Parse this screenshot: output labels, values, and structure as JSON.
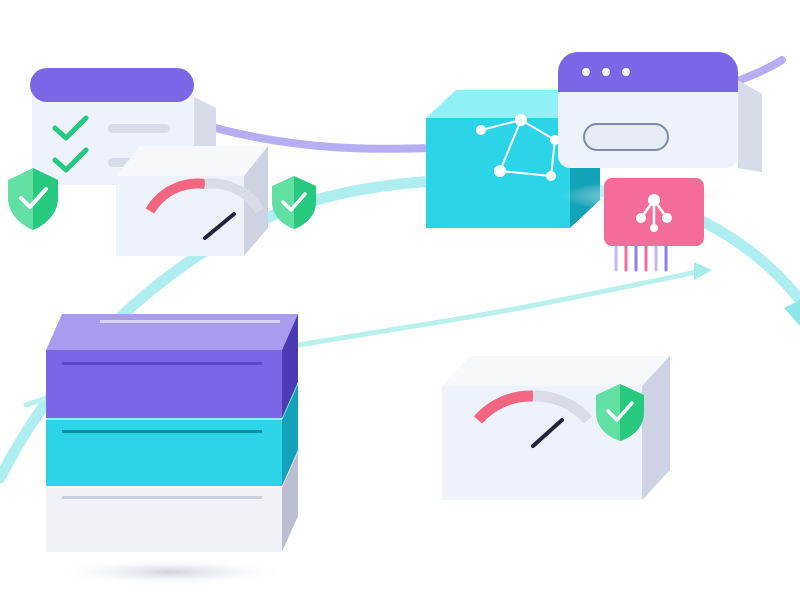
{
  "colors": {
    "purple": "#7b66e6",
    "purple_light": "#a99cf0",
    "purple_dark": "#4a3bb3",
    "cyan": "#2bd4e6",
    "cyan_light": "#8ff0f5",
    "cyan_dark": "#12a3b8",
    "pink": "#f2667f",
    "pink_box": "#f46d9a",
    "green": "#27c97f",
    "green_light": "#62e0a4",
    "panel": "#eef2fb",
    "panel_side": "#cdd3e3",
    "line_purple": "#b7adf2",
    "line_cyan": "#a5ecef"
  },
  "icons": [
    "checklist-window-icon",
    "shield-check-icon",
    "gauge-icon",
    "network-graph-icon",
    "browser-window-icon",
    "chip-share-icon",
    "flow-arrow-icon"
  ],
  "gauges": [
    {
      "name": "gauge-top-left",
      "level": 0.45
    },
    {
      "name": "gauge-bottom-right",
      "level": 0.45
    }
  ]
}
